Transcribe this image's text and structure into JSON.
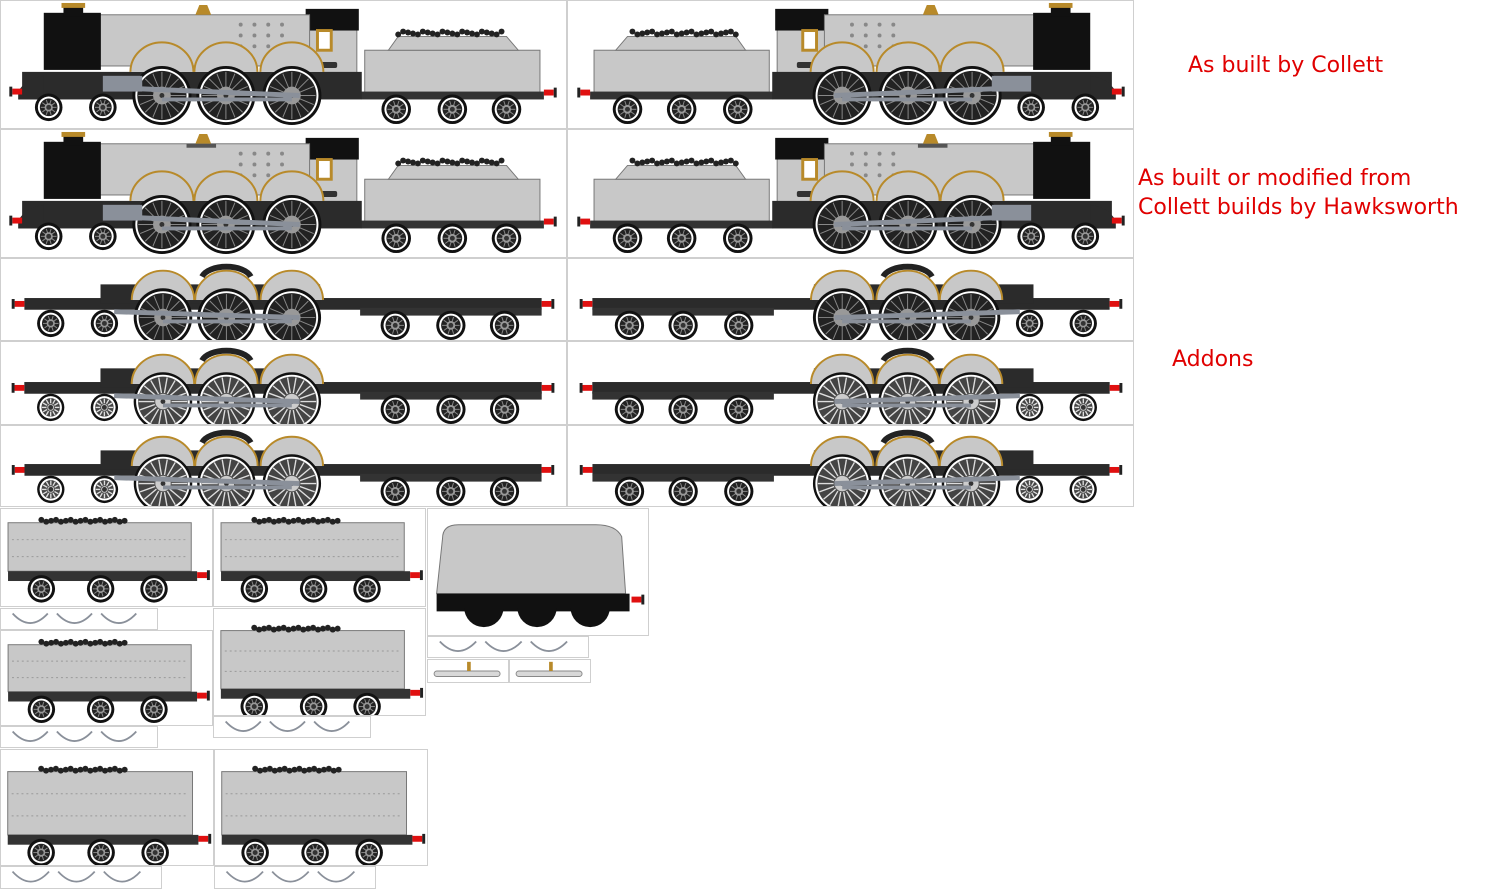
{
  "labels": {
    "collett": "As built by Collett",
    "hawksworth_line1": "As built or modified from",
    "hawksworth_line2": "Collett builds by Hawksworth",
    "addons": "Addons"
  },
  "colors": {
    "label": "#e00000",
    "body_grey": "#c8c8c8",
    "body_dark": "#2b2b2b",
    "black": "#111111",
    "brass": "#b88a2a",
    "buffer_red": "#e01010",
    "rod_grey": "#8a909a",
    "panel_border": "#cfcfcf"
  },
  "icons": {
    "locomotive": "locomotive-sprite-icon",
    "chassis": "chassis-sprite-icon",
    "tender": "tender-sprite-icon",
    "hawksworth_tender": "hawksworth-tender-sprite-icon",
    "spring": "spring-part-icon",
    "pipe": "pipe-part-icon"
  }
}
